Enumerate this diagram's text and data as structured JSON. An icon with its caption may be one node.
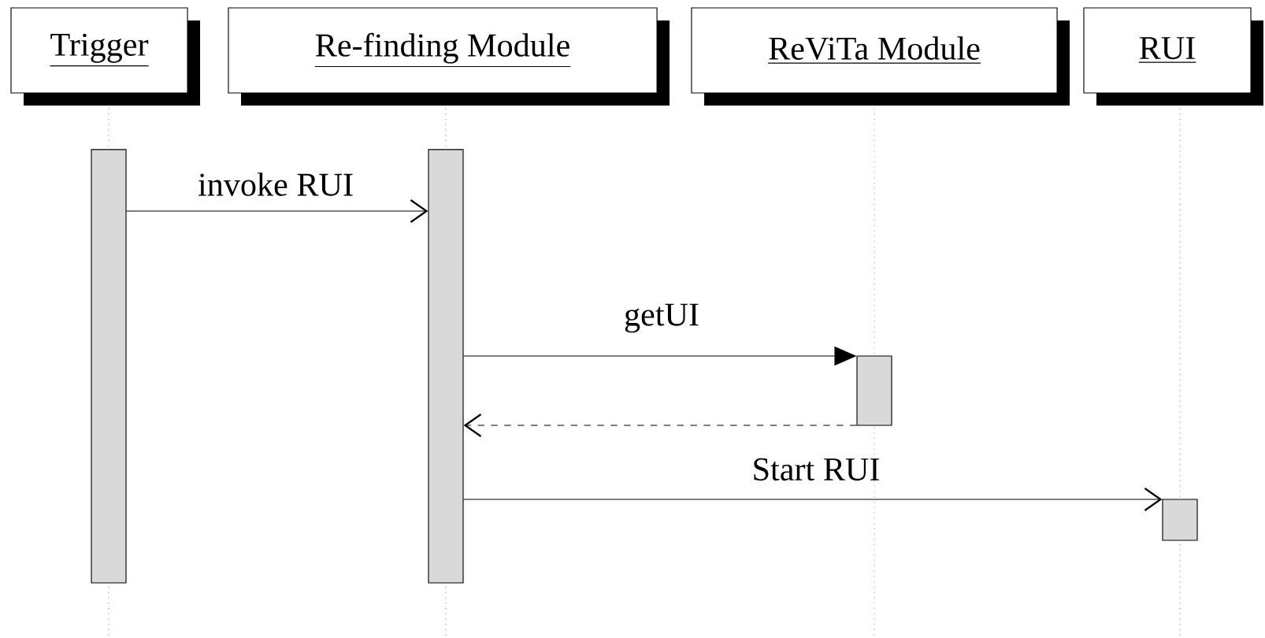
{
  "diagram": {
    "nodes": [
      {
        "text": [
          "Trigger"
        ]
      },
      {
        "text": [
          "Re-finding Module"
        ]
      },
      {
        "text": [
          "ReViTa Module"
        ]
      },
      {
        "text": [
          "RUI"
        ]
      },
      {
        "text": [],
        "shape": "bar"
      },
      {
        "text": [],
        "shape": "bar"
      },
      {
        "text": [],
        "shape": "bar"
      },
      {
        "text": [],
        "shape": "bar"
      }
    ],
    "edges": [
      {
        "from": 4,
        "to": 5,
        "arrow": "to",
        "label": "invoke RUI"
      },
      {
        "from": 5,
        "to": 6,
        "arrow": "to",
        "label": "getUI"
      },
      {
        "from": 6,
        "to": 5,
        "arrow": "to",
        "style": "dashed"
      },
      {
        "from": 5,
        "to": 7,
        "arrow": "to",
        "label": "Start RUI"
      }
    ]
  }
}
